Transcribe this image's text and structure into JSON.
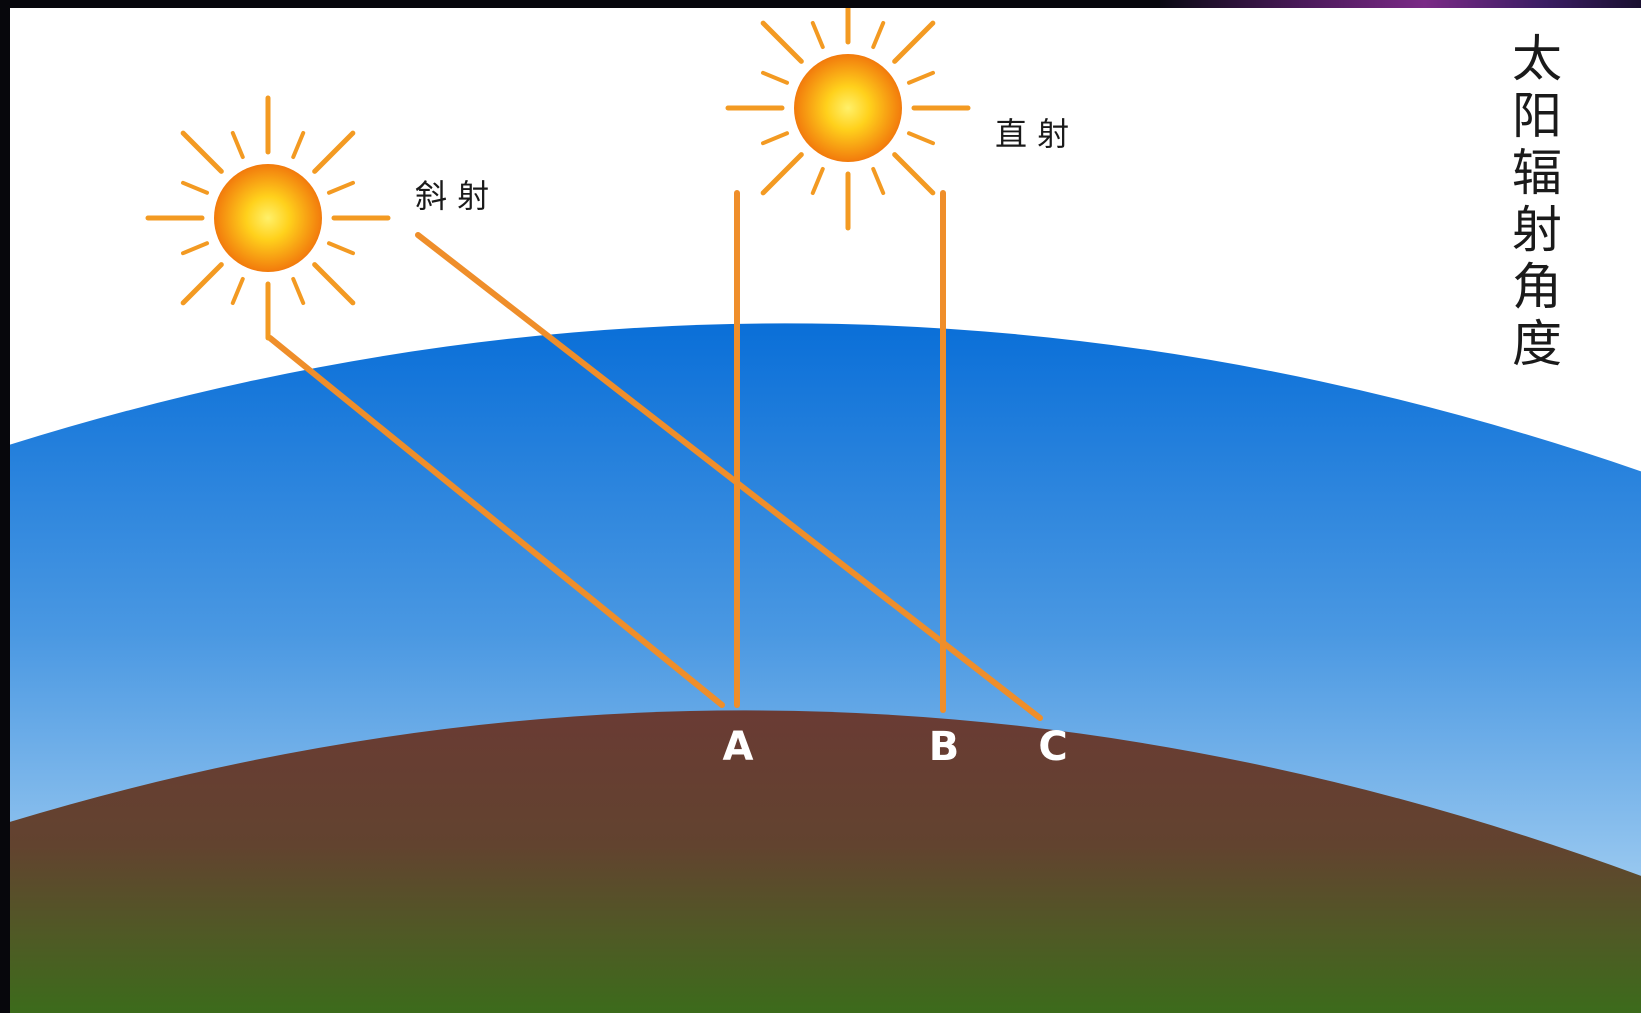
{
  "title": "太阳辐射角度",
  "title_chars": [
    "太",
    "阳",
    "辐",
    "射",
    "角",
    "度"
  ],
  "labels": {
    "oblique": "斜 射",
    "direct": "直 射"
  },
  "points": {
    "a": "A",
    "b": "B",
    "c": "C"
  },
  "colors": {
    "sky_top": "#0a6fd8",
    "sky_bottom": "#b9dcf5",
    "ground_top": "#6b3f34",
    "ground_bottom": "#3f6a1e",
    "ray": "#ef8e2a",
    "sun_core": "#ffd11c",
    "sun_edge": "#f07a10"
  },
  "icons": [
    "sun-icon"
  ]
}
